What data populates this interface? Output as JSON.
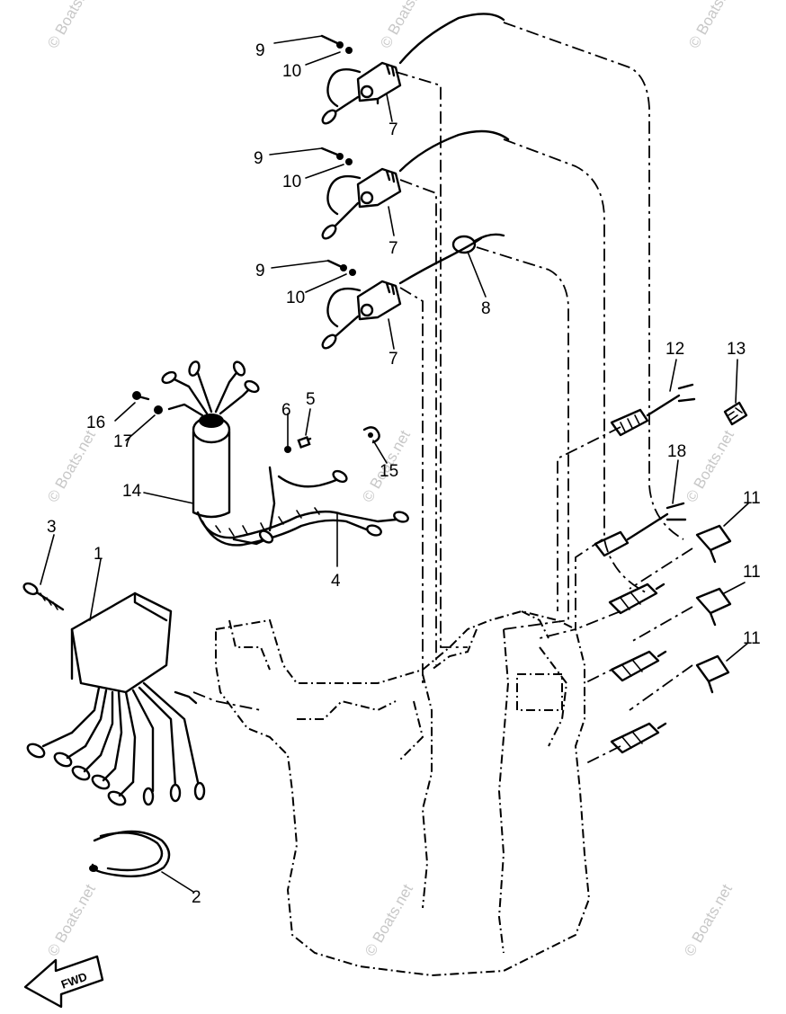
{
  "diagram": {
    "callouts": {
      "c1": "1",
      "c2": "2",
      "c3": "3",
      "c4": "4",
      "c5": "5",
      "c6": "6",
      "c7a": "7",
      "c7b": "7",
      "c7c": "7",
      "c8": "8",
      "c9a": "9",
      "c9b": "9",
      "c9c": "9",
      "c10a": "10",
      "c10b": "10",
      "c10c": "10",
      "c11a": "11",
      "c11b": "11",
      "c11c": "11",
      "c12": "12",
      "c13": "13",
      "c14": "14",
      "c15": "15",
      "c16": "16",
      "c17": "17",
      "c18": "18"
    },
    "fwd_label": "FWD",
    "watermark": "© Boats.net"
  }
}
